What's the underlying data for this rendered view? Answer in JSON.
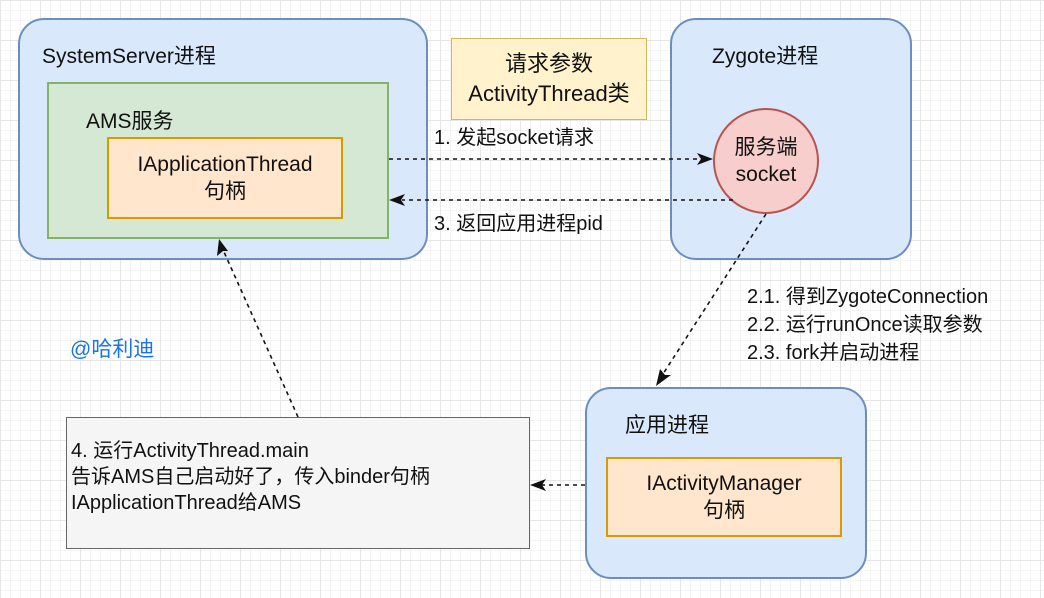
{
  "system_server": {
    "title": "SystemServer进程"
  },
  "ams": {
    "title": "AMS服务"
  },
  "iapplication_thread": {
    "line1": "IApplicationThread",
    "line2": "句柄"
  },
  "request_params": {
    "line1": "请求参数",
    "line2": "ActivityThread类"
  },
  "zygote": {
    "title": "Zygote进程"
  },
  "server_socket": {
    "line1": "服务端",
    "line2": "socket"
  },
  "arrow_labels": {
    "step1": "1. 发起socket请求",
    "step3": "3. 返回应用进程pid",
    "step2_1": "2.1. 得到ZygoteConnection",
    "step2_2": "2.2. 运行runOnce读取参数",
    "step2_3": "2.3. fork并启动进程"
  },
  "watermark": "@哈利迪",
  "app_process": {
    "title": "应用进程"
  },
  "iactivity_manager": {
    "line1": "IActivityManager",
    "line2": "句柄"
  },
  "step4": {
    "line1": "4. 运行ActivityThread.main",
    "line2": "告诉AMS自己启动好了，传入binder句柄",
    "line3": "IApplicationThread给AMS"
  },
  "colors": {
    "container_fill": "#dae8fc",
    "container_stroke": "#6c8ebf",
    "ams_fill": "#d5e8d4",
    "ams_stroke": "#82b366",
    "handle_fill": "#ffe6cc",
    "handle_stroke": "#d79b00",
    "params_fill": "#fff2cc",
    "socket_fill": "#f8cecc",
    "socket_stroke": "#b85450",
    "note_fill": "#f5f5f5",
    "watermark": "#1a73e8"
  }
}
